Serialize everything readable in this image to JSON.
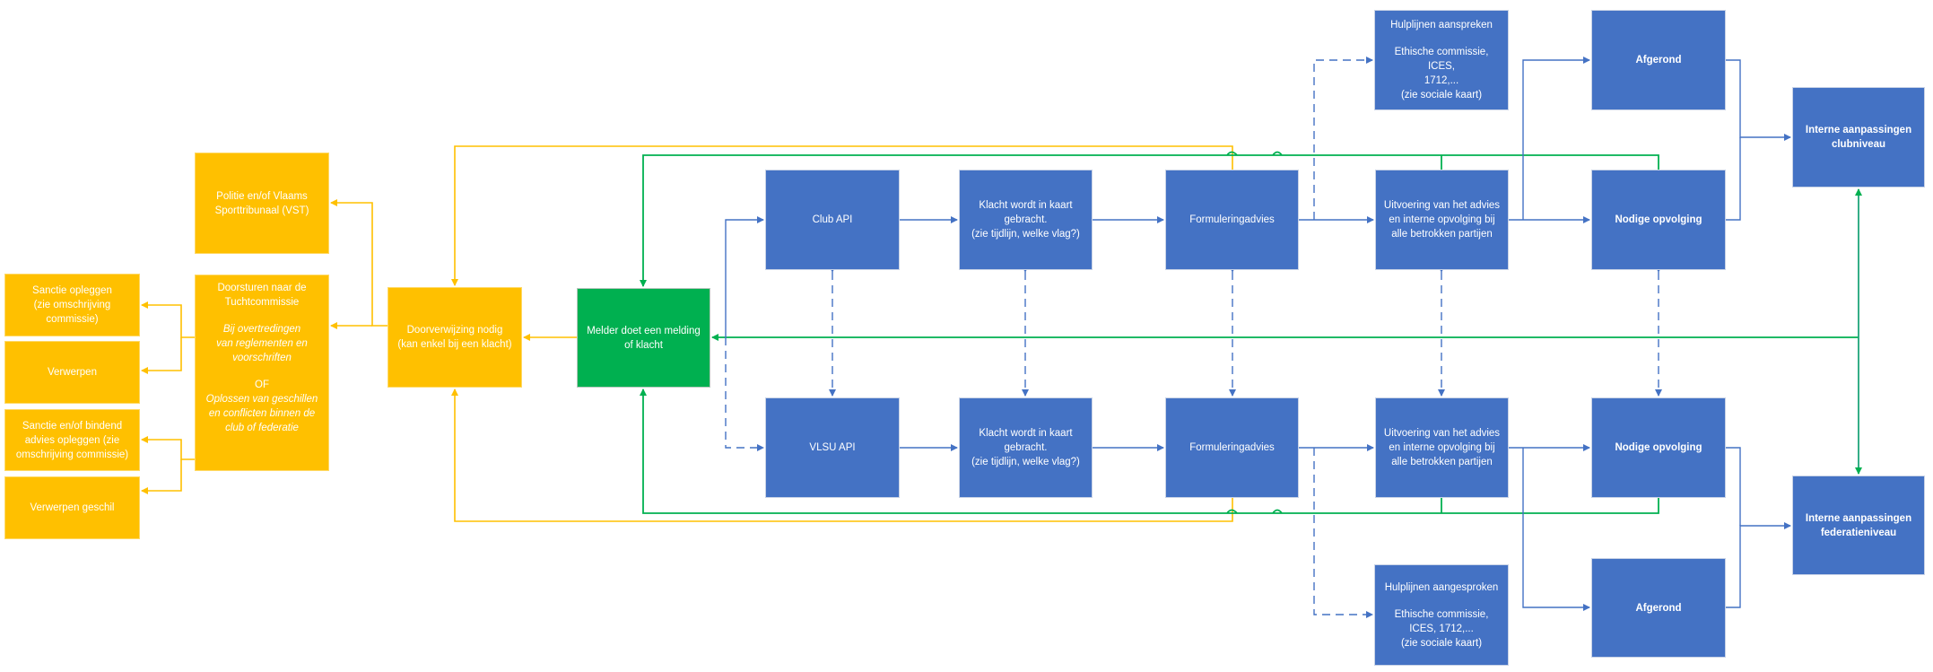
{
  "colors": {
    "blue": "#4472c4",
    "yellow": "#ffc000",
    "green": "#00b050"
  },
  "nodes": {
    "sanctie_opleggen": [
      "Sanctie opleggen",
      "(zie omschrijving",
      "commissie)"
    ],
    "verwerpen": [
      "Verwerpen"
    ],
    "sanctie_bindend": [
      "Sanctie en/of bindend",
      "advies opleggen (zie",
      "omschrijving commissie)"
    ],
    "verwerpen_geschil": [
      "Verwerpen geschil"
    ],
    "politie": [
      "Politie en/of Vlaams",
      "Sporttribunaal (VST)"
    ],
    "tucht": {
      "title": [
        "Doorsturen naar de",
        "Tuchtcommissie"
      ],
      "case1": [
        "Bij overtredingen",
        "van  reglementen en",
        "voorschriften"
      ],
      "or": "OF",
      "case2": [
        "Oplossen van geschillen",
        "en conflicten binnen de",
        "club of federatie"
      ]
    },
    "doorverwijzing": [
      "Doorverwijzing nodig",
      "(kan enkel bij een klacht)"
    ],
    "melder": [
      "Melder doet een melding",
      "of klacht"
    ],
    "club_api": [
      "Club API"
    ],
    "vlsu_api": [
      "VLSU API"
    ],
    "klacht_top": [
      "Klacht wordt in kaart",
      "gebracht.",
      "(zie tijdlijn, welke vlag?)"
    ],
    "klacht_bottom": [
      "Klacht wordt in kaart",
      "gebracht.",
      "(zie tijdlijn, welke vlag?)"
    ],
    "formulering_top": [
      "Formuleringadvies"
    ],
    "formulering_bottom": [
      "Formuleringadvies"
    ],
    "uitvoering_top": [
      "Uitvoering van het advies",
      "en interne opvolging bij",
      "alle betrokken partijen"
    ],
    "uitvoering_bottom": [
      "Uitvoering van het advies",
      "en interne opvolging bij",
      "alle betrokken partijen"
    ],
    "hulplijnen_top": {
      "title": "Hulplijnen aanspreken",
      "body": [
        "Ethische commissie, ICES,",
        "1712,...",
        "(zie sociale kaart)"
      ]
    },
    "hulplijnen_bottom": {
      "title": "Hulplijnen aangesproken",
      "body": [
        "Ethische commissie,",
        "ICES, 1712,...",
        "(zie sociale kaart)"
      ]
    },
    "afgerond_top": [
      "Afgerond"
    ],
    "afgerond_bottom": [
      "Afgerond"
    ],
    "nodige_top": [
      "Nodige opvolging"
    ],
    "nodige_bottom": [
      "Nodige opvolging"
    ],
    "interne_club": [
      "Interne aanpassingen",
      "clubniveau"
    ],
    "interne_fed": [
      "Interne aanpassingen",
      "federatieniveau"
    ]
  }
}
